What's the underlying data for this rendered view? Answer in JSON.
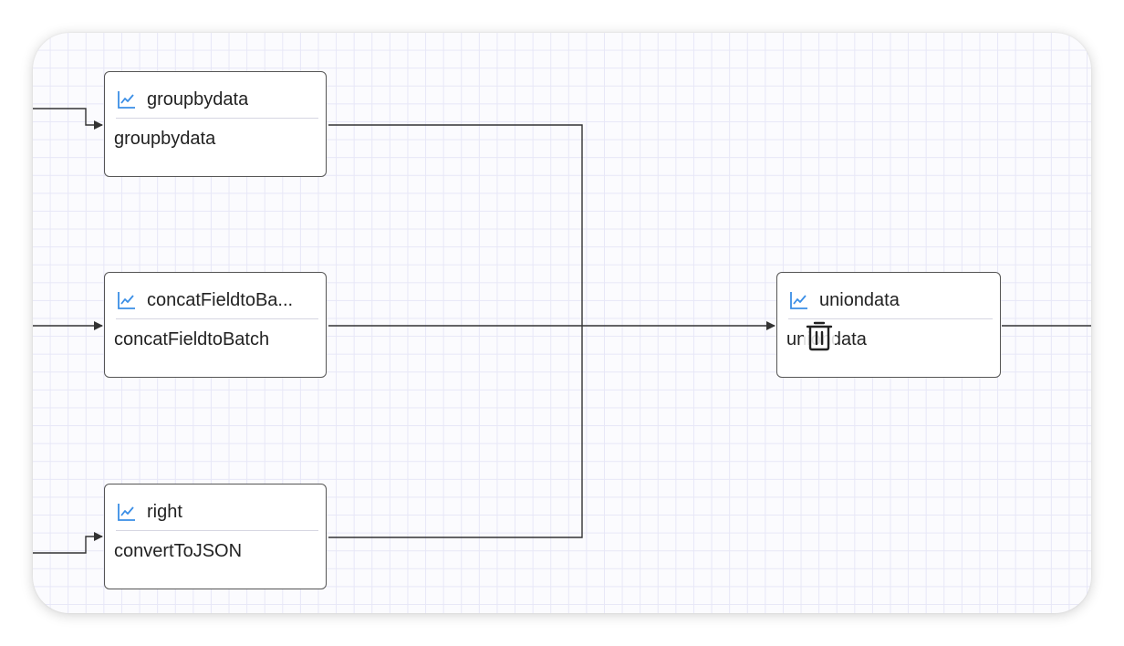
{
  "canvas": {
    "grid_color": "#e7e7f7",
    "background_color": "#fbfbfe"
  },
  "nodes": [
    {
      "id": "groupbydata",
      "icon": "line-chart-icon",
      "title": "groupbydata",
      "body": "groupbydata"
    },
    {
      "id": "concat",
      "icon": "line-chart-icon",
      "title": "concatFieldtoBa...",
      "body": "concatFieldtoBatch"
    },
    {
      "id": "right",
      "icon": "line-chart-icon",
      "title": "right",
      "body": "convertToJSON"
    },
    {
      "id": "uniondata",
      "icon": "line-chart-icon",
      "title": "uniondata",
      "body": "uniondata"
    }
  ],
  "hover_overlay": {
    "icon": "trash-icon",
    "target": "uniondata"
  },
  "colors": {
    "icon_accent": "#3a8ee6",
    "edge": "#333333",
    "node_border": "#555555",
    "divider": "#d6d6e2"
  }
}
